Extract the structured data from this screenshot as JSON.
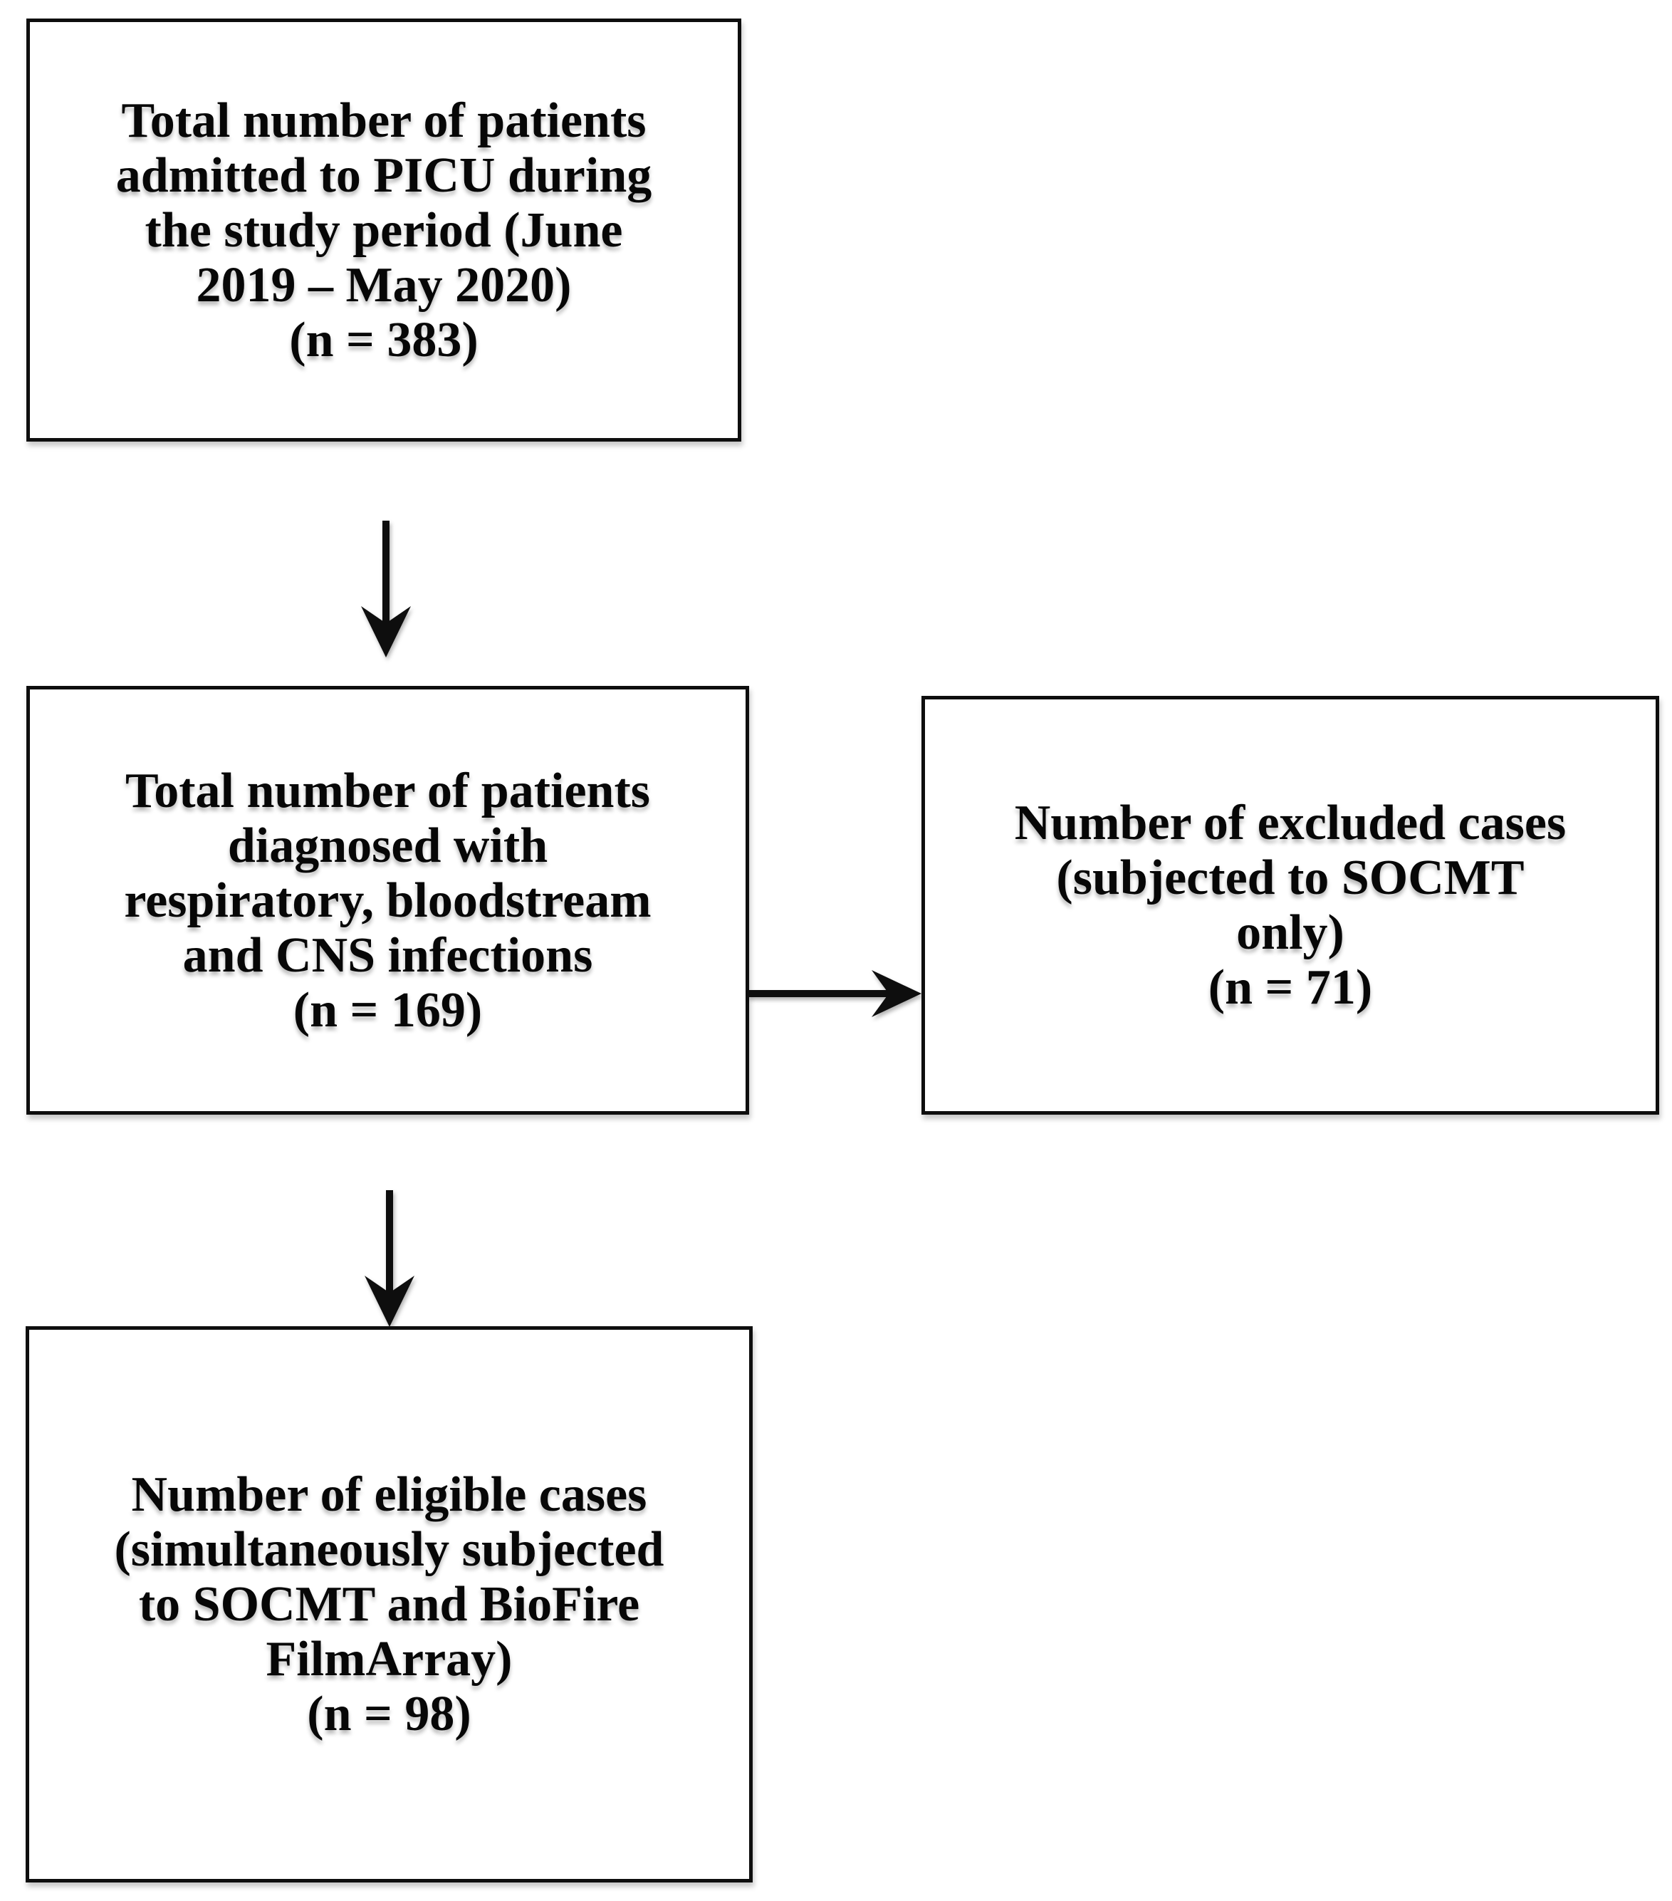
{
  "diagram": {
    "type": "flowchart",
    "colors": {
      "line": "#0e0e0e",
      "text": "#070707",
      "background": "#ffffff"
    },
    "boxes": {
      "total_admitted": {
        "text": "Total number of patients\nadmitted to PICU during\nthe study period (June\n2019 – May 2020)\n(n = 383)",
        "n": 383
      },
      "diagnosed": {
        "text": "Total number of patients\ndiagnosed with\nrespiratory, bloodstream\nand CNS infections\n(n = 169)",
        "n": 169
      },
      "excluded": {
        "text": "Number of excluded cases\n(subjected to SOCMT\nonly)\n(n = 71)",
        "n": 71
      },
      "eligible": {
        "text": "Number of eligible cases\n(simultaneously subjected\nto SOCMT and BioFire\nFilmArray)\n(n = 98)",
        "n": 98
      }
    },
    "arrows": [
      {
        "from": "total_admitted",
        "to": "diagnosed",
        "direction": "down"
      },
      {
        "from": "diagnosed",
        "to": "excluded",
        "direction": "right"
      },
      {
        "from": "diagnosed",
        "to": "eligible",
        "direction": "down"
      }
    ]
  }
}
